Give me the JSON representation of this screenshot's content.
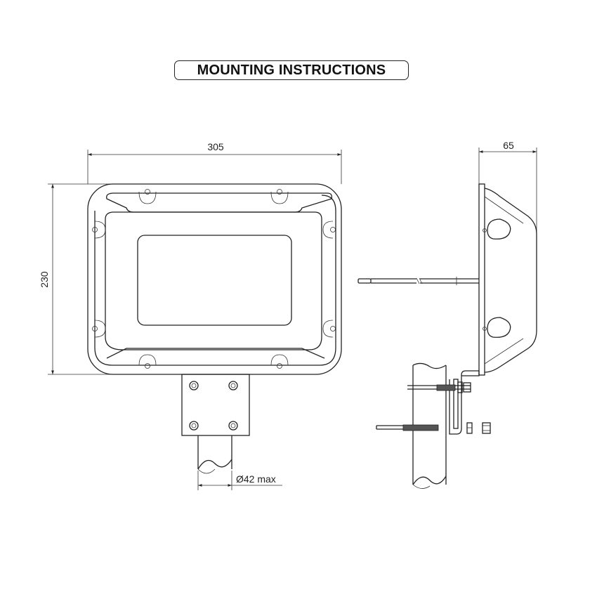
{
  "title": "MOUNTING INSTRUCTIONS",
  "dimensions": {
    "width": "305",
    "height": "230",
    "depth": "65",
    "pole_diameter": "Ø42 max"
  },
  "icons": {
    "front_view": "floodlight-front-view-drawing",
    "side_view": "floodlight-side-view-drawing",
    "hardware": "u-bolt-nut-washer-drawing"
  }
}
